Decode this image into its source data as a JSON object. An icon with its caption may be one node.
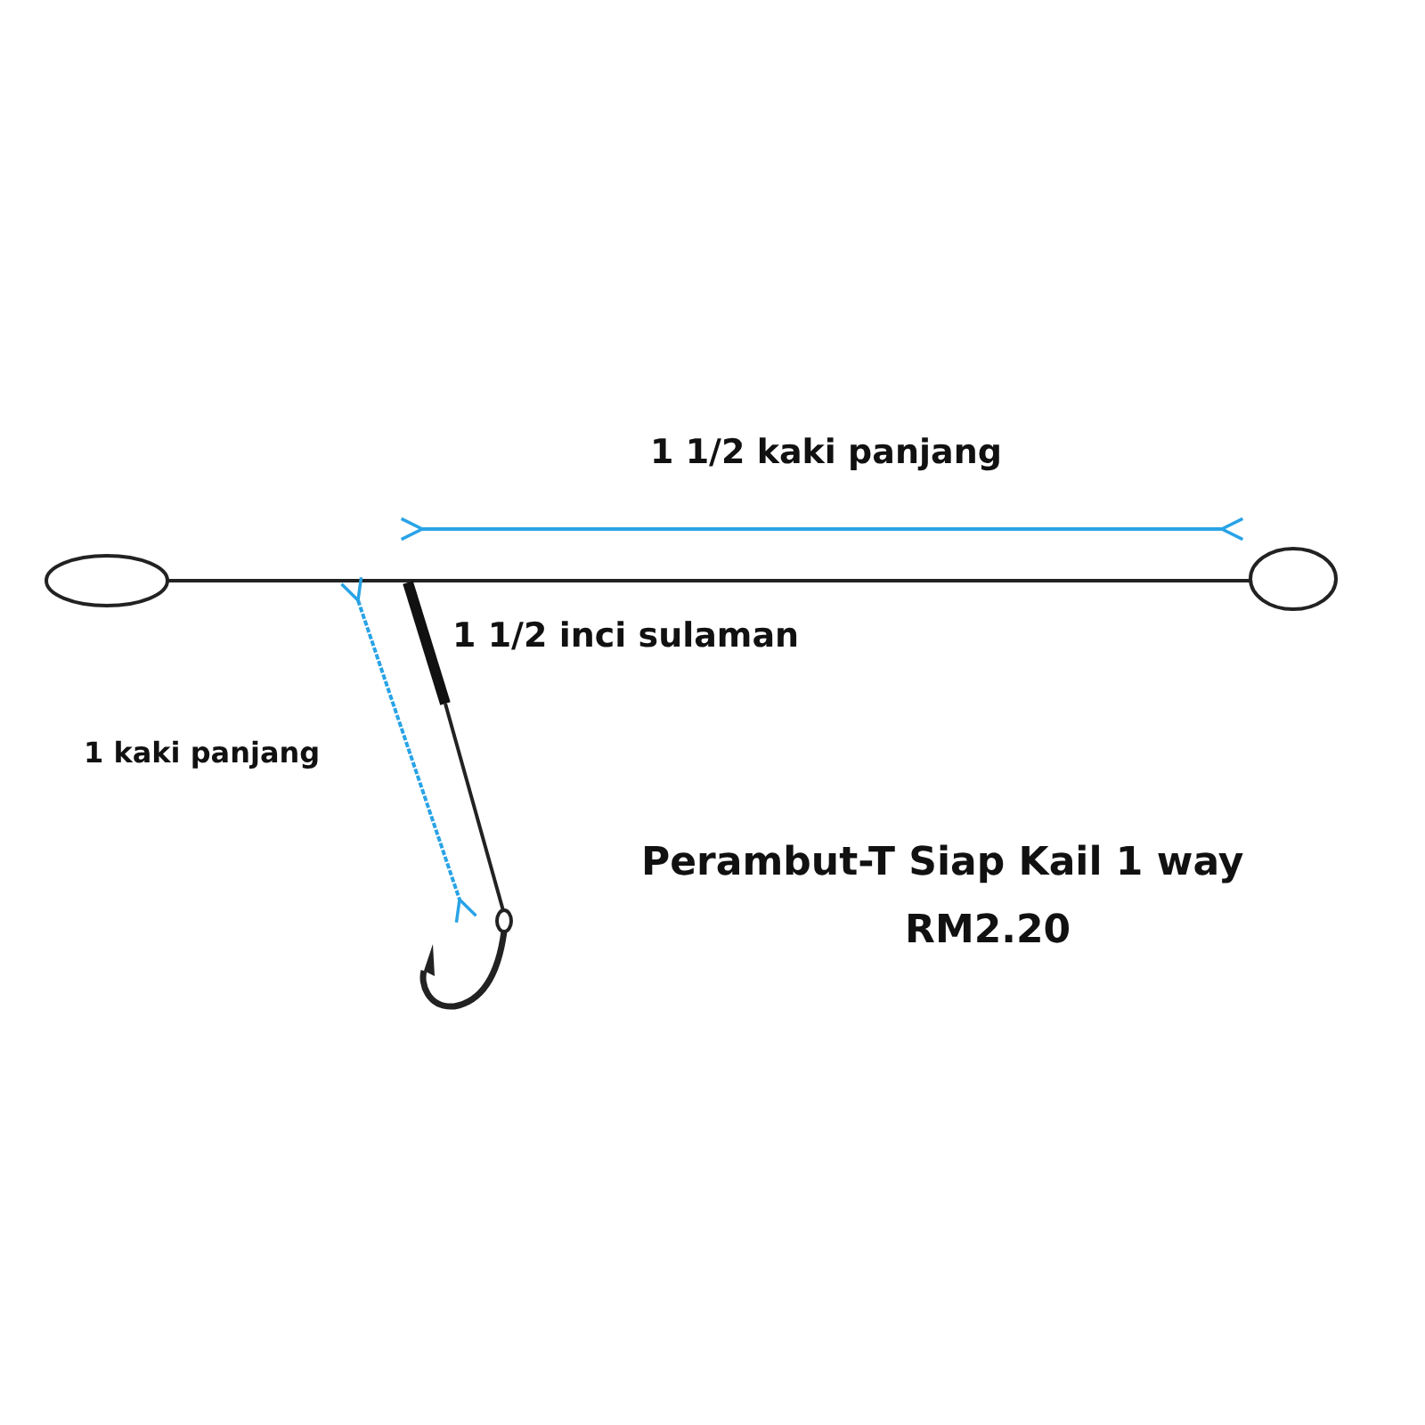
{
  "diagram": {
    "title": "Perambut-T Siap Kail 1 way",
    "labels": [
      "1 1/2 kaki panjang",
      "1 1/2 inci sulaman",
      "1 kaki panjang",
      "RM2.20"
    ]
  }
}
